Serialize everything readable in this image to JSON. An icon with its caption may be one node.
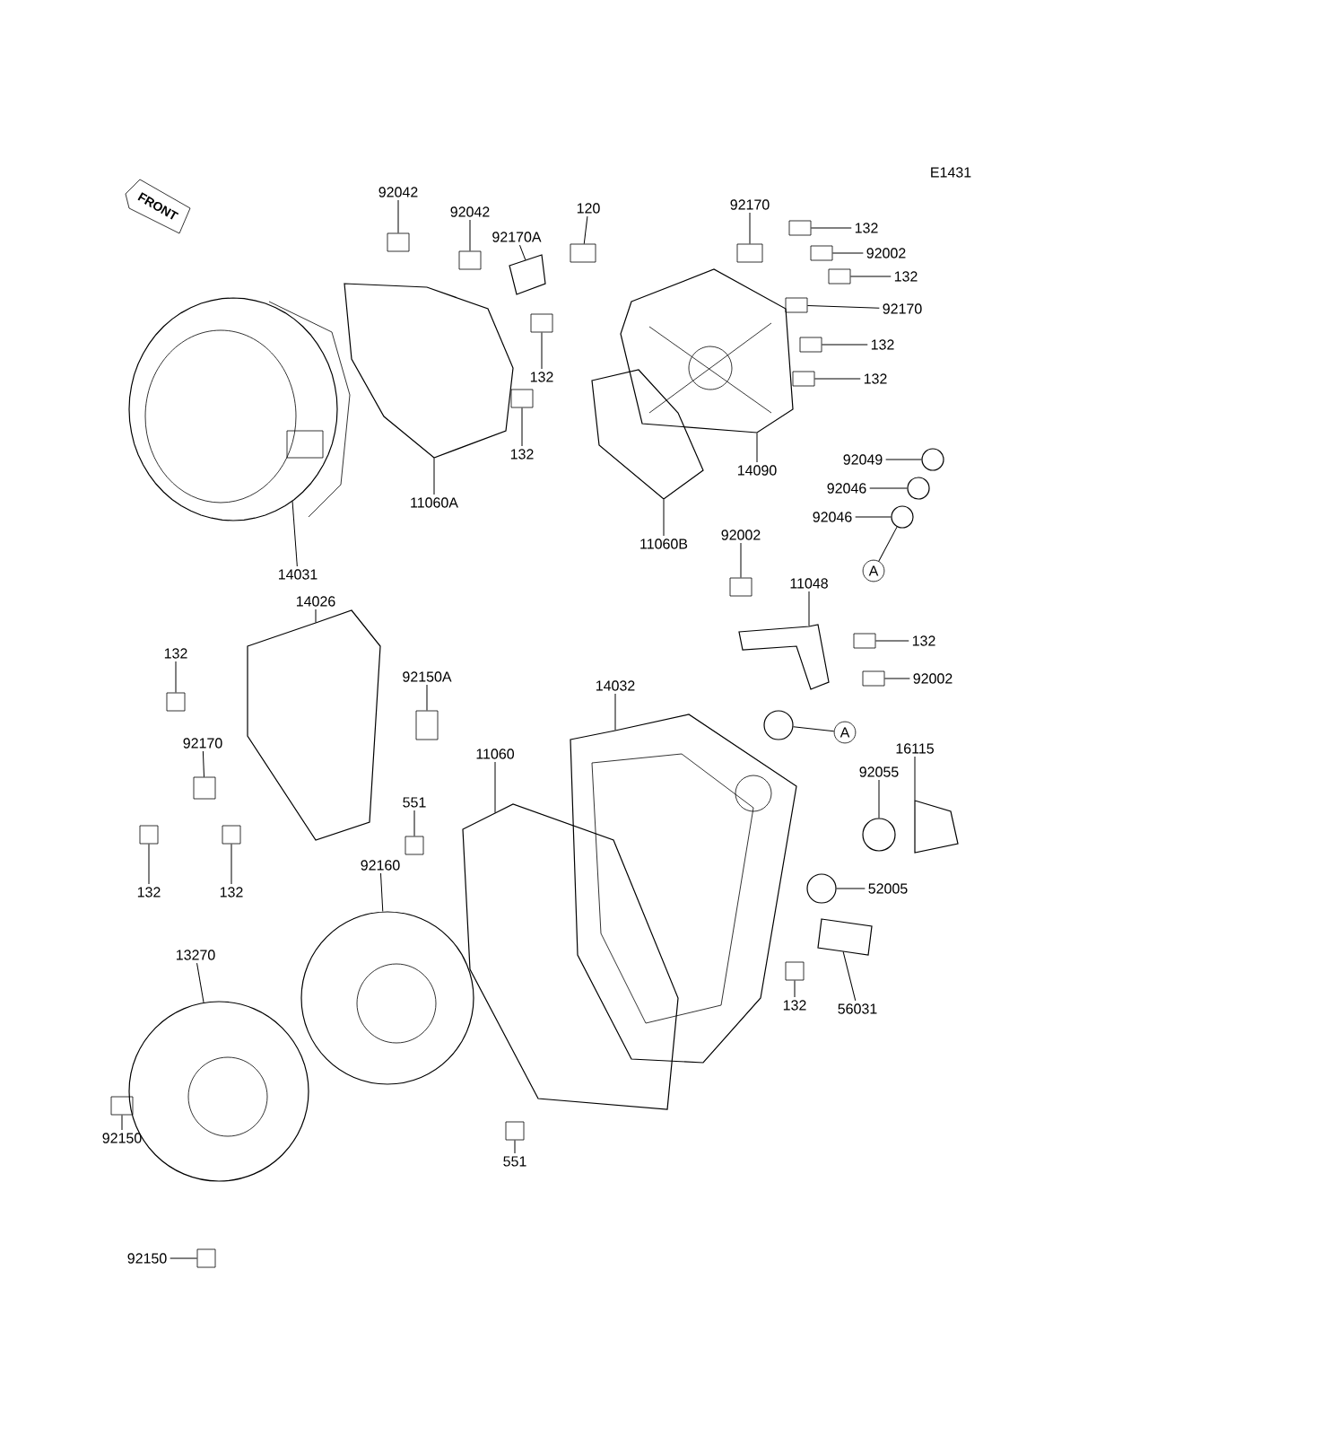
{
  "diagram": {
    "nodes": [
      {
        "text": [
          "92042"
        ]
      },
      {
        "text": [
          "92042"
        ]
      },
      {
        "text": [
          "92170A"
        ]
      },
      {
        "text": [
          "120"
        ]
      },
      {
        "text": [
          "132"
        ]
      },
      {
        "text": [
          "132"
        ]
      },
      {
        "text": [
          "11060A"
        ]
      },
      {
        "text": [
          "14031"
        ]
      },
      {
        "text": [
          "92170"
        ]
      },
      {
        "text": [
          "132"
        ]
      },
      {
        "text": [
          "92002"
        ]
      },
      {
        "text": [
          "132"
        ]
      },
      {
        "text": [
          "92170"
        ]
      },
      {
        "text": [
          "132"
        ]
      },
      {
        "text": [
          "132"
        ]
      },
      {
        "text": [
          "14090"
        ]
      },
      {
        "text": [
          "92049"
        ]
      },
      {
        "text": [
          "92046"
        ]
      },
      {
        "text": [
          "92046"
        ]
      },
      {
        "text": [
          "A"
        ]
      },
      {
        "text": [
          "11060B"
        ]
      },
      {
        "text": [
          "92002"
        ]
      },
      {
        "text": [
          "11048"
        ]
      },
      {
        "text": [
          "132"
        ]
      },
      {
        "text": [
          "92002"
        ]
      },
      {
        "text": [
          "A"
        ]
      },
      {
        "text": [
          "14032"
        ]
      },
      {
        "text": [
          "16115"
        ]
      },
      {
        "text": [
          "92055"
        ]
      },
      {
        "text": [
          "52005"
        ]
      },
      {
        "text": [
          "56031"
        ]
      },
      {
        "text": [
          "132"
        ]
      },
      {
        "text": [
          "14026"
        ]
      },
      {
        "text": [
          "132"
        ]
      },
      {
        "text": [
          "92150A"
        ]
      },
      {
        "text": [
          "92170"
        ]
      },
      {
        "text": [
          "132"
        ]
      },
      {
        "text": [
          "132"
        ]
      },
      {
        "text": [
          "11060"
        ]
      },
      {
        "text": [
          "551"
        ]
      },
      {
        "text": [
          "92160"
        ]
      },
      {
        "text": [
          "13270"
        ]
      },
      {
        "text": [
          "92150"
        ]
      },
      {
        "text": [
          "551"
        ]
      },
      {
        "text": [
          "92150"
        ]
      },
      {
        "text": [],
        "shape": "box"
      },
      {
        "text": [],
        "shape": "box"
      },
      {
        "text": [],
        "shape": "picture"
      },
      {
        "text": [],
        "shape": "box"
      },
      {
        "text": [],
        "shape": "box"
      },
      {
        "text": [],
        "shape": "box"
      },
      {
        "text": [],
        "shape": "picture"
      },
      {
        "text": [],
        "shape": "picture"
      },
      {
        "text": [],
        "shape": "box"
      },
      {
        "text": [],
        "shape": "box"
      },
      {
        "text": [],
        "shape": "box"
      },
      {
        "text": [],
        "shape": "box"
      },
      {
        "text": [],
        "shape": "box"
      },
      {
        "text": [],
        "shape": "box"
      },
      {
        "text": [],
        "shape": "box"
      },
      {
        "text": [],
        "shape": "picture"
      },
      {
        "text": [],
        "shape": "circle"
      },
      {
        "text": [],
        "shape": "circle"
      },
      {
        "text": [],
        "shape": "circle"
      },
      {
        "text": [],
        "shape": "picture"
      },
      {
        "text": [],
        "shape": "box"
      },
      {
        "text": [],
        "shape": "picture"
      },
      {
        "text": [],
        "shape": "box"
      },
      {
        "text": [],
        "shape": "box"
      },
      {
        "text": [],
        "shape": "circle"
      },
      {
        "text": [],
        "shape": "picture"
      },
      {
        "text": [],
        "shape": "picture"
      },
      {
        "text": [],
        "shape": "circle"
      },
      {
        "text": [],
        "shape": "circle"
      },
      {
        "text": [],
        "shape": "picture"
      },
      {
        "text": [],
        "shape": "box"
      },
      {
        "text": [],
        "shape": "picture"
      },
      {
        "text": [],
        "shape": "box"
      },
      {
        "text": [],
        "shape": "box"
      },
      {
        "text": [],
        "shape": "box"
      },
      {
        "text": [],
        "shape": "box"
      },
      {
        "text": [],
        "shape": "box"
      },
      {
        "text": [],
        "shape": "picture"
      },
      {
        "text": [],
        "shape": "box"
      },
      {
        "text": [],
        "shape": "circle"
      },
      {
        "text": [],
        "shape": "circle"
      },
      {
        "text": [],
        "shape": "box"
      },
      {
        "text": [],
        "shape": "box"
      },
      {
        "text": [],
        "shape": "box"
      }
    ],
    "edges": [
      {
        "from": 0,
        "to": 45,
        "arrow": "none"
      },
      {
        "from": 1,
        "to": 46,
        "arrow": "none"
      },
      {
        "from": 2,
        "to": 47,
        "arrow": "none"
      },
      {
        "from": 3,
        "to": 48,
        "arrow": "none"
      },
      {
        "from": 4,
        "to": 49,
        "arrow": "none"
      },
      {
        "from": 5,
        "to": 50,
        "arrow": "none"
      },
      {
        "from": 6,
        "to": 51,
        "arrow": "none"
      },
      {
        "from": 7,
        "to": 52,
        "arrow": "none"
      },
      {
        "from": 8,
        "to": 53,
        "arrow": "none"
      },
      {
        "from": 9,
        "to": 54,
        "arrow": "none"
      },
      {
        "from": 10,
        "to": 55,
        "arrow": "none"
      },
      {
        "from": 11,
        "to": 56,
        "arrow": "none"
      },
      {
        "from": 12,
        "to": 57,
        "arrow": "none"
      },
      {
        "from": 13,
        "to": 58,
        "arrow": "none"
      },
      {
        "from": 14,
        "to": 59,
        "arrow": "none"
      },
      {
        "from": 15,
        "to": 60,
        "arrow": "none"
      },
      {
        "from": 16,
        "to": 61,
        "arrow": "none"
      },
      {
        "from": 17,
        "to": 62,
        "arrow": "none"
      },
      {
        "from": 18,
        "to": 63,
        "arrow": "none"
      },
      {
        "from": 19,
        "to": 63,
        "arrow": "none"
      },
      {
        "from": 20,
        "to": 64,
        "arrow": "none"
      },
      {
        "from": 21,
        "to": 65,
        "arrow": "none"
      },
      {
        "from": 22,
        "to": 66,
        "arrow": "none"
      },
      {
        "from": 23,
        "to": 67,
        "arrow": "none"
      },
      {
        "from": 24,
        "to": 68,
        "arrow": "none"
      },
      {
        "from": 25,
        "to": 69,
        "arrow": "none"
      },
      {
        "from": 26,
        "to": 70,
        "arrow": "none"
      },
      {
        "from": 27,
        "to": 71,
        "arrow": "none"
      },
      {
        "from": 28,
        "to": 72,
        "arrow": "none"
      },
      {
        "from": 29,
        "to": 73,
        "arrow": "none"
      },
      {
        "from": 30,
        "to": 74,
        "arrow": "none"
      },
      {
        "from": 31,
        "to": 75,
        "arrow": "none"
      },
      {
        "from": 32,
        "to": 76,
        "arrow": "none"
      },
      {
        "from": 33,
        "to": 77,
        "arrow": "none"
      },
      {
        "from": 34,
        "to": 78,
        "arrow": "none"
      },
      {
        "from": 35,
        "to": 79,
        "arrow": "none"
      },
      {
        "from": 36,
        "to": 80,
        "arrow": "none"
      },
      {
        "from": 37,
        "to": 81,
        "arrow": "none"
      },
      {
        "from": 38,
        "to": 82,
        "arrow": "none"
      },
      {
        "from": 39,
        "to": 83,
        "arrow": "none"
      },
      {
        "from": 40,
        "to": 84,
        "arrow": "none"
      },
      {
        "from": 41,
        "to": 85,
        "arrow": "none"
      },
      {
        "from": 42,
        "to": 86,
        "arrow": "none"
      },
      {
        "from": 43,
        "to": 87,
        "arrow": "none"
      },
      {
        "from": 44,
        "to": 88,
        "arrow": "none"
      }
    ],
    "labels": [
      "FRONT",
      "E1431"
    ]
  }
}
